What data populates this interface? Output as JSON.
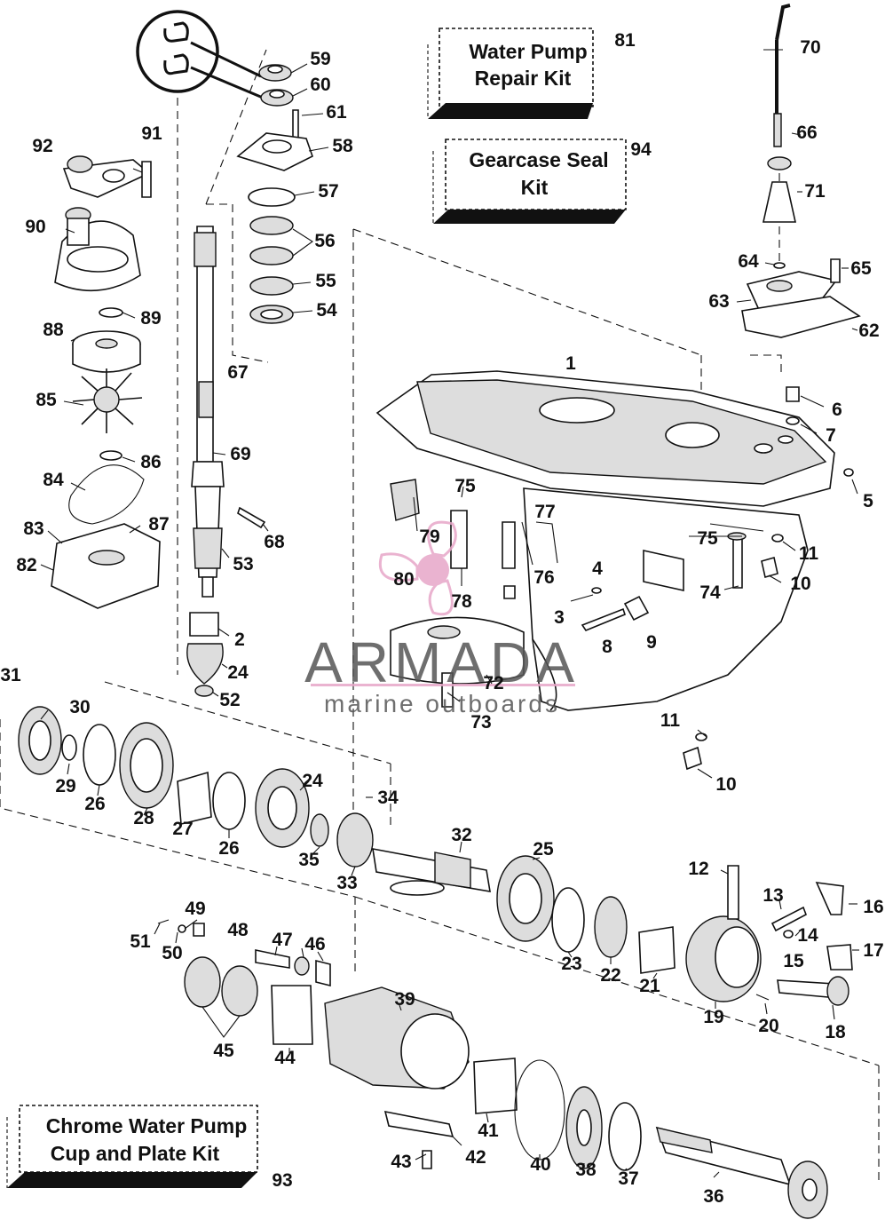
{
  "kits": {
    "water_pump": {
      "line1": "Water Pump",
      "line2": "Repair Kit",
      "number": "81"
    },
    "gearcase_seal": {
      "line1": "Gearcase Seal",
      "line2": "Kit",
      "number": "94"
    },
    "chrome_pump": {
      "line1": "Chrome Water Pump",
      "line2": "Cup and Plate Kit",
      "number": "93"
    }
  },
  "watermark": {
    "brand": "ARMADA",
    "tagline": "marine outboards",
    "accent_color": "#e7a6c8",
    "text_color": "#555555"
  },
  "labels": [
    "1",
    "2",
    "3",
    "4",
    "5",
    "6",
    "7",
    "8",
    "9",
    "10",
    "10",
    "11",
    "11",
    "12",
    "13",
    "14",
    "15",
    "16",
    "17",
    "18",
    "19",
    "20",
    "21",
    "22",
    "23",
    "24",
    "24",
    "25",
    "26",
    "26",
    "27",
    "28",
    "29",
    "30",
    "31",
    "32",
    "33",
    "34",
    "35",
    "36",
    "37",
    "38",
    "39",
    "40",
    "41",
    "42",
    "43",
    "44",
    "45",
    "46",
    "47",
    "48",
    "49",
    "50",
    "51",
    "52",
    "53",
    "54",
    "55",
    "56",
    "57",
    "58",
    "59",
    "60",
    "61",
    "62",
    "63",
    "64",
    "65",
    "66",
    "67",
    "68",
    "69",
    "70",
    "71",
    "72",
    "73",
    "74",
    "75",
    "75",
    "76",
    "77",
    "78",
    "79",
    "80",
    "82",
    "83",
    "84",
    "85",
    "86",
    "87",
    "88",
    "89",
    "90",
    "91",
    "92"
  ]
}
